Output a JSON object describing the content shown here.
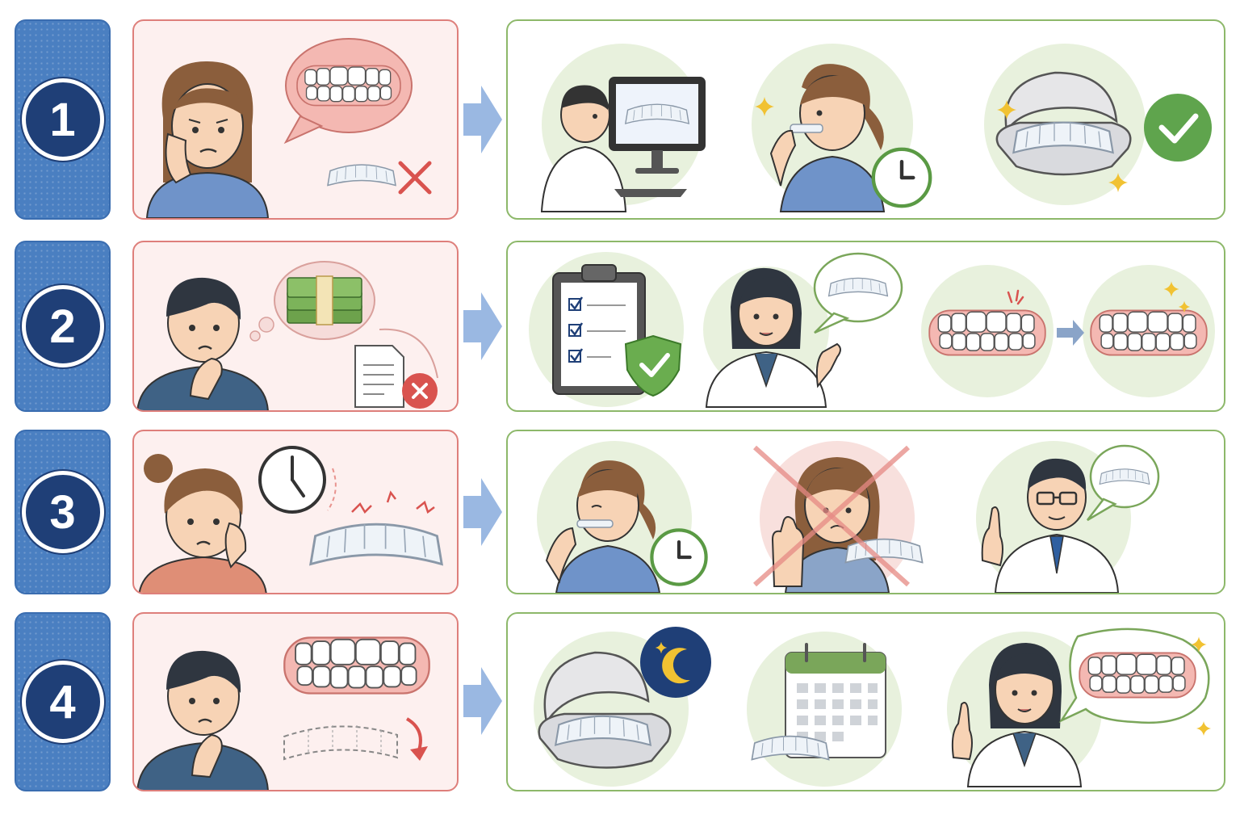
{
  "rows": [
    {
      "number": "1"
    },
    {
      "number": "2"
    },
    {
      "number": "3"
    },
    {
      "number": "4"
    }
  ],
  "colors": {
    "badge_blue": "#4a7fc1",
    "badge_circle": "#1f3f77",
    "problem_border": "#de7f7b",
    "problem_bg": "#fdf0ef",
    "solution_border": "#8db86a",
    "arrow_blue": "#9ab8e2",
    "check_green": "#5fa44d",
    "cross_red": "#d9534f",
    "gum_pink": "#f4b8b2"
  },
  "icons": [
    "worried-woman",
    "teeth-speech-bubble",
    "aligner-x",
    "doctor-computer-scan",
    "woman-wearing-aligner",
    "clock-icon",
    "aligner-case",
    "check-icon",
    "worried-man",
    "money-thought-bubble",
    "document-x",
    "checklist-shield",
    "female-doctor-explaining",
    "teeth-before-after",
    "worried-woman-clock",
    "clock-icon",
    "pain-lines",
    "aligner",
    "woman-inserting-aligner",
    "no-removing-aligner",
    "male-doctor-pointing",
    "worried-man-relapse",
    "teeth-smile",
    "relapse-arrow",
    "aligner-case-night",
    "moon-icon",
    "calendar-icon",
    "female-doctor-smile"
  ]
}
